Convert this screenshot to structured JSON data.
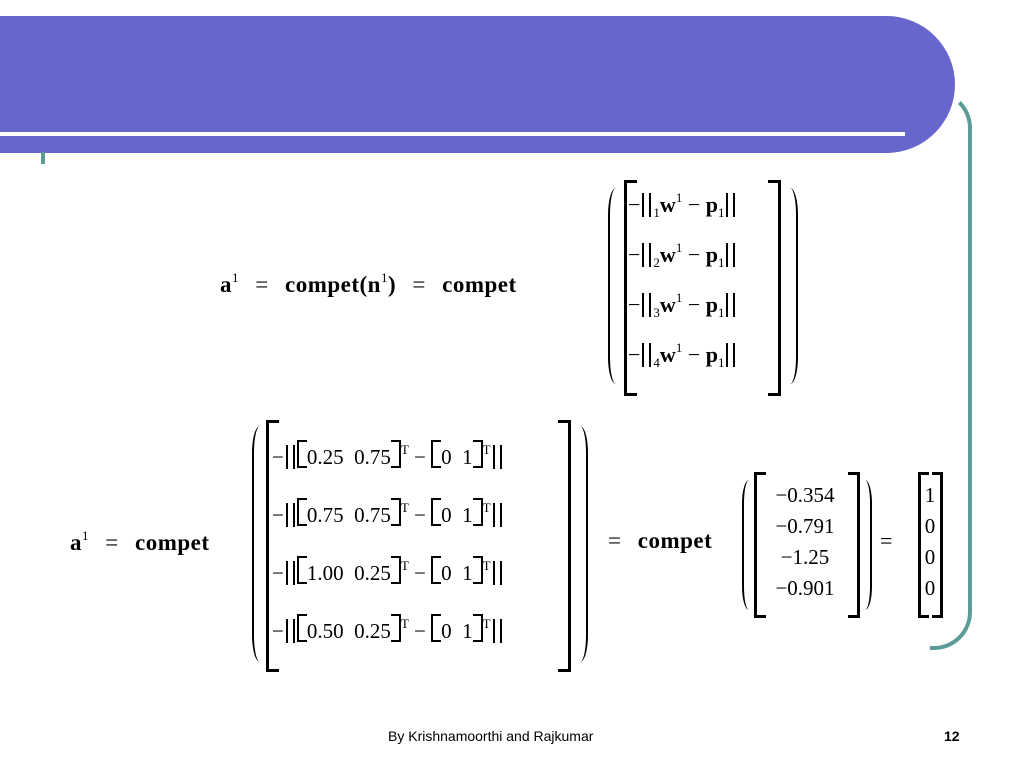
{
  "eq1": {
    "lhs_symbol": "a",
    "lhs_sup": "1",
    "equals": "=",
    "func1": "compet(n",
    "func1_sup": "1",
    "func1_close": ")",
    "func2": "compet",
    "rows": [
      {
        "sub": "1",
        "w": "w",
        "w_sup": "1",
        "minus": "−",
        "p": "p",
        "p_sub": "1"
      },
      {
        "sub": "2",
        "w": "w",
        "w_sup": "1",
        "minus": "−",
        "p": "p",
        "p_sub": "1"
      },
      {
        "sub": "3",
        "w": "w",
        "w_sup": "1",
        "minus": "−",
        "p": "p",
        "p_sub": "1"
      },
      {
        "sub": "4",
        "w": "w",
        "w_sup": "1",
        "minus": "−",
        "p": "p",
        "p_sub": "1"
      }
    ]
  },
  "eq2": {
    "lhs_symbol": "a",
    "lhs_sup": "1",
    "equals": "=",
    "func": "compet",
    "rows": [
      {
        "v1": "0.25",
        "v2": "0.75",
        "t": "T",
        "p1": "0",
        "p2": "1"
      },
      {
        "v1": "0.75",
        "v2": "0.75",
        "t": "T",
        "p1": "0",
        "p2": "1"
      },
      {
        "v1": "1.00",
        "v2": "0.25",
        "t": "T",
        "p1": "0",
        "p2": "1"
      },
      {
        "v1": "0.50",
        "v2": "0.25",
        "t": "T",
        "p1": "0",
        "p2": "1"
      }
    ],
    "func_mid": "compet",
    "mid_values": [
      "−0.354",
      "−0.791",
      "−1.25",
      "−0.901"
    ],
    "result": [
      "1",
      "0",
      "0",
      "0"
    ]
  },
  "footer": {
    "author": "By Krishnamoorthi and Rajkumar",
    "page_number": "12"
  }
}
